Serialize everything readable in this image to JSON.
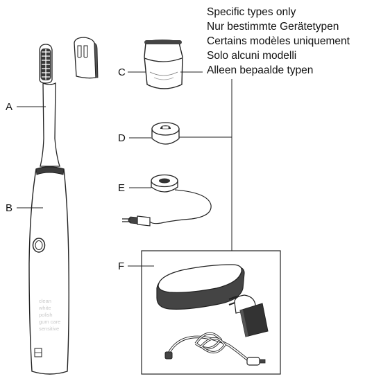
{
  "note_lines": [
    "Specific types only",
    "Nur bestimmte Gerätetypen",
    "Certains modèles uniquement",
    "Solo alcuni modelli",
    "Alleen bepaalde typen"
  ],
  "labels": {
    "a": "A",
    "b": "B",
    "c": "C",
    "d": "D",
    "e": "E",
    "f": "F"
  },
  "handle_modes": [
    "clean",
    "white",
    "polish",
    "gum care",
    "sensitive"
  ]
}
